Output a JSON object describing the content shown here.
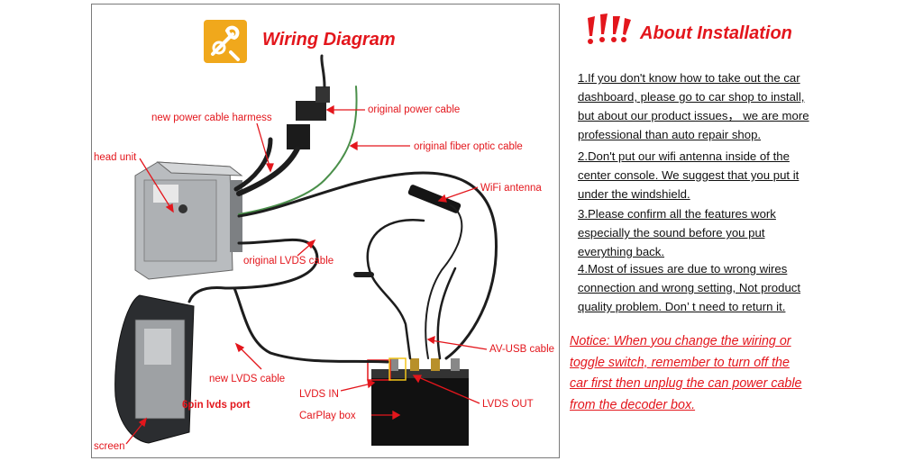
{
  "wiring": {
    "title": "Wiring Diagram",
    "labels": {
      "new_power_harness": "new power cable harmess",
      "original_power": "original power cable",
      "original_fiber": "original fiber optic cable",
      "head_unit": "head unit",
      "wifi": "WiFi antenna",
      "original_lvds": "original LVDS cable",
      "new_lvds": "new LVDS cable",
      "av_usb": "AV-USB cable",
      "lvds_in": "LVDS IN",
      "lvds_out": "LVDS OUT",
      "carplay_box": "CarPlay box",
      "pin_port": "6pin lvds port",
      "screen": "screen"
    }
  },
  "install": {
    "title": "About Installation",
    "note1": [
      "1.If you don't know how to take out the car",
      "dashboard, please go to car shop to install,",
      "but about our product issues， we are more",
      "professional than auto repair shop."
    ],
    "note2": [
      "2.Don't put our wifi antenna inside of the",
      "center console. We suggest that you put it",
      "under the windshield."
    ],
    "note3": [
      "3.Please confirm all the features work",
      "especially the sound before you put",
      "everything back."
    ],
    "note4": [
      "4.Most of issues are due to wrong wires",
      "connection and wrong setting, Not product",
      "quality problem. Don’  t need to return it."
    ],
    "notice": [
      "Notice: When you change the wiring or",
      "toggle switch, remember to turn off the",
      "car first then unplug the can power cable",
      "from the decoder box."
    ]
  },
  "colors": {
    "accent_red": "#e3161c",
    "icon_orange": "#f0a81c"
  }
}
